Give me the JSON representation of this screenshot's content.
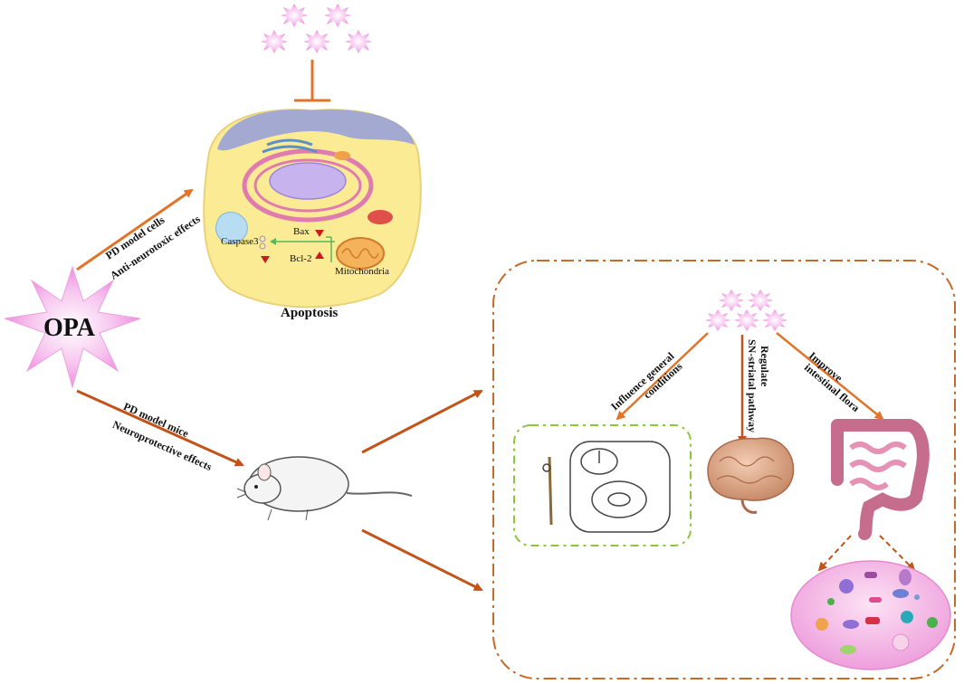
{
  "center": {
    "label": "OPA"
  },
  "cells_branch": {
    "line1": "PD model cells",
    "line2": "Anti-neurotoxic effects",
    "title": "Apoptosis",
    "labels": {
      "caspase": "Caspase3",
      "bax": "Bax",
      "bcl2": "Bcl-2",
      "mitochondria": "Mitochondria"
    }
  },
  "mice_branch": {
    "line1": "PD model mice",
    "line2": "Neuroprotective effects"
  },
  "effects": {
    "general": [
      "Influence general",
      "conditions"
    ],
    "pathway": [
      "Regulate",
      "SN-striatal pathway"
    ],
    "flora": [
      "Improve",
      "intestinal flora"
    ]
  },
  "colors": {
    "arrow": "#e2742a",
    "arrow_dark": "#c2541a",
    "star": "#f4a8e8",
    "cell_fill": "#fbeb95",
    "membrane": "#9aa2d8",
    "dash_box": "#c56a2a",
    "green_box": "#8cc63f",
    "brain": "#d9a98a",
    "intestine": "#c66d8e",
    "flora_bg": "#f4b8e6"
  }
}
